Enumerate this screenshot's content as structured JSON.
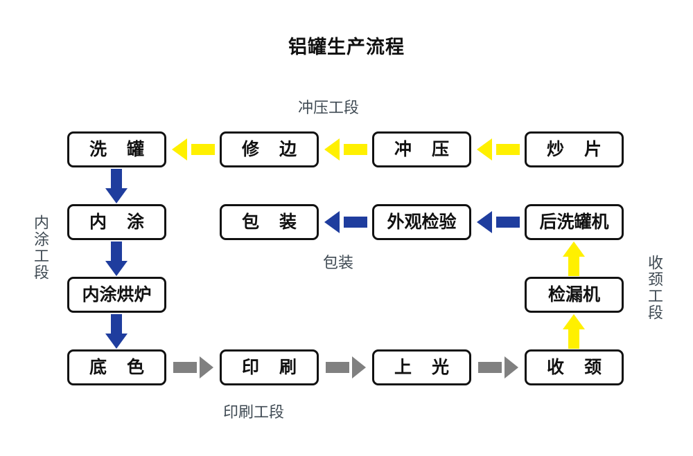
{
  "title": "铝罐生产流程",
  "colors": {
    "stamping_arrow": "#FFF000",
    "coating_arrow": "#1F3D9E",
    "printing_arrow": "#808080",
    "box_border": "#111111",
    "stage_label": "#3f4a53",
    "background": "#FFFFFF"
  },
  "stage_labels": {
    "stamping": "冲压工段",
    "inner_coating": "内涂工段",
    "printing": "印刷工段",
    "necking": "收颈工段",
    "packaging": "包装"
  },
  "nodes": [
    {
      "id": "wash-can",
      "label": "洗 罐",
      "row": 1,
      "col": 1
    },
    {
      "id": "trim",
      "label": "修 边",
      "row": 1,
      "col": 2
    },
    {
      "id": "stamping",
      "label": "冲 压",
      "row": 1,
      "col": 3
    },
    {
      "id": "cup-blanking",
      "label": "炒 片",
      "row": 1,
      "col": 4
    },
    {
      "id": "inner-coating",
      "label": "内 涂",
      "row": 2,
      "col": 1
    },
    {
      "id": "packaging",
      "label": "包 装",
      "row": 2,
      "col": 2
    },
    {
      "id": "visual-inspect",
      "label": "外观检验",
      "row": 2,
      "col": 3
    },
    {
      "id": "post-washer",
      "label": "后洗罐机",
      "row": 2,
      "col": 4
    },
    {
      "id": "coating-oven",
      "label": "内涂烘炉",
      "row": 3,
      "col": 1
    },
    {
      "id": "leak-detector",
      "label": "检漏机",
      "row": 3,
      "col": 4
    },
    {
      "id": "base-coat",
      "label": "底 色",
      "row": 4,
      "col": 1
    },
    {
      "id": "print",
      "label": "印 刷",
      "row": 4,
      "col": 2
    },
    {
      "id": "varnish",
      "label": "上 光",
      "row": 4,
      "col": 3
    },
    {
      "id": "necking",
      "label": "收 颈",
      "row": 4,
      "col": 4
    }
  ],
  "arrows": [
    {
      "id": "arrow-trim-to-wash",
      "from": "trim",
      "to": "wash-can",
      "direction": "left",
      "color": "yellow"
    },
    {
      "id": "arrow-stamping-to-trim",
      "from": "stamping",
      "to": "trim",
      "direction": "left",
      "color": "yellow"
    },
    {
      "id": "arrow-blanking-to-stamping",
      "from": "cup-blanking",
      "to": "stamping",
      "direction": "left",
      "color": "yellow"
    },
    {
      "id": "arrow-wash-to-coating",
      "from": "wash-can",
      "to": "inner-coating",
      "direction": "down",
      "color": "blue"
    },
    {
      "id": "arrow-coating-to-oven",
      "from": "inner-coating",
      "to": "coating-oven",
      "direction": "down",
      "color": "blue"
    },
    {
      "id": "arrow-oven-to-basecoat",
      "from": "coating-oven",
      "to": "base-coat",
      "direction": "down",
      "color": "blue"
    },
    {
      "id": "arrow-inspect-to-packaging",
      "from": "visual-inspect",
      "to": "packaging",
      "direction": "left",
      "color": "blue"
    },
    {
      "id": "arrow-postwash-to-inspect",
      "from": "post-washer",
      "to": "visual-inspect",
      "direction": "left",
      "color": "blue"
    },
    {
      "id": "arrow-leak-to-postwash",
      "from": "leak-detector",
      "to": "post-washer",
      "direction": "up",
      "color": "yellow"
    },
    {
      "id": "arrow-necking-to-leak",
      "from": "necking",
      "to": "leak-detector",
      "direction": "up",
      "color": "yellow"
    },
    {
      "id": "arrow-basecoat-to-print",
      "from": "base-coat",
      "to": "print",
      "direction": "right",
      "color": "gray"
    },
    {
      "id": "arrow-print-to-varnish",
      "from": "print",
      "to": "varnish",
      "direction": "right",
      "color": "gray"
    },
    {
      "id": "arrow-varnish-to-necking",
      "from": "varnish",
      "to": "necking",
      "direction": "right",
      "color": "gray"
    }
  ]
}
